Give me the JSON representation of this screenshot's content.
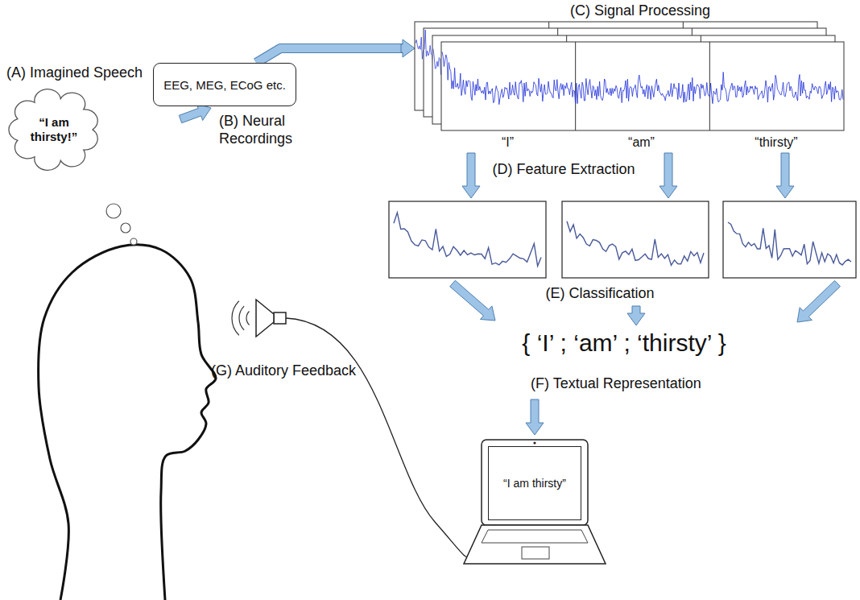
{
  "diagram": {
    "nodes": [
      {
        "text": [
          "“I am thirsty!”"
        ]
      },
      {
        "text": [
          "EEG, MEG, ECoG etc."
        ]
      },
      {
        "text": [
          "“I”",
          "“am”",
          "“thirsty”"
        ]
      },
      {
        "text": [
          "“I am thirsty”"
        ]
      }
    ],
    "edges": [
      {
        "from": 1,
        "to": 2,
        "arrow": "to"
      }
    ],
    "labels": [
      "(A) Imagined Speech",
      "(B) Neural Recordings",
      "(C) Signal Processing",
      "(D) Feature Extraction",
      "(E) Classification",
      "{ ‘I’ ; ‘am’ ; ‘thirsty’ }",
      "(F) Textual Representation",
      "(G) Auditory Feedback"
    ]
  }
}
